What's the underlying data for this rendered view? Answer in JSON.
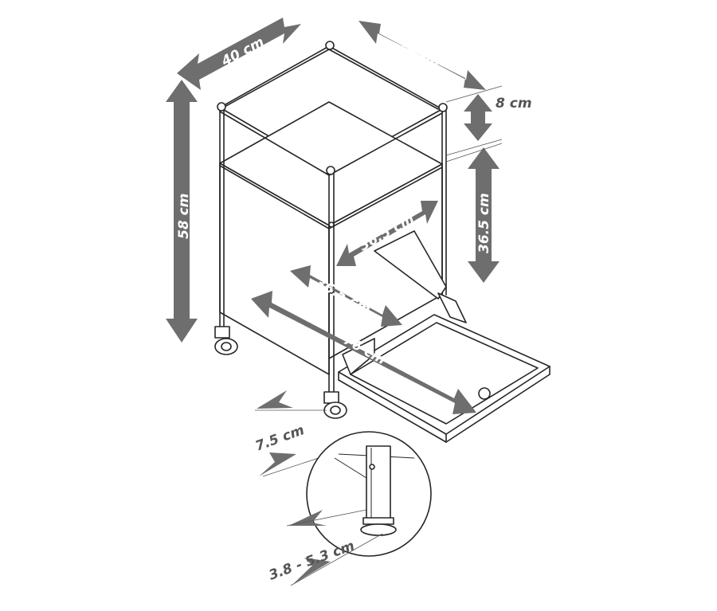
{
  "colors": {
    "arrow": "#6e6e6e",
    "line": "#262626",
    "background": "#ffffff"
  },
  "dimensions": {
    "top_width_left": "40 cm",
    "top_width_right": "40 cm",
    "total_height": "58 cm",
    "top_gap": "8 cm",
    "lower_height": "36.5 cm",
    "drawer_depth_rear": "36.5 cm",
    "drawer_depth_front": "36.5 cm",
    "extended_length": "76 cm",
    "caster_height": "7.5 cm",
    "leg_adjust": "3.8 - 5.3 cm"
  }
}
